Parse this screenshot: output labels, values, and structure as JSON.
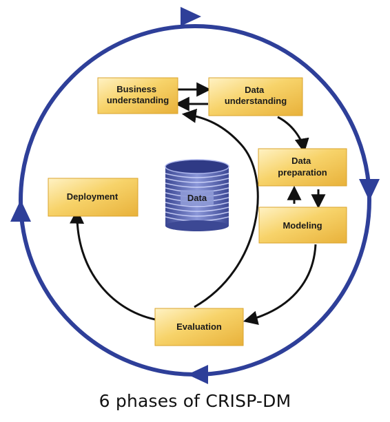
{
  "diagram": {
    "phases": {
      "business_understanding": [
        "Business",
        "understanding"
      ],
      "data_understanding": [
        "Data",
        "understanding"
      ],
      "data_preparation": [
        "Data",
        "preparation"
      ],
      "modeling": "Modeling",
      "evaluation": "Evaluation",
      "deployment": "Deployment"
    },
    "center_label": "Data",
    "caption": "6 phases  of CRISP-DM"
  },
  "colors": {
    "outer_cycle": "#2e3f99",
    "box_fill": "#f4c94f",
    "box_highlight": "#fbe9a8",
    "inner_arrows": "#111111",
    "database": "#5a67b5"
  }
}
